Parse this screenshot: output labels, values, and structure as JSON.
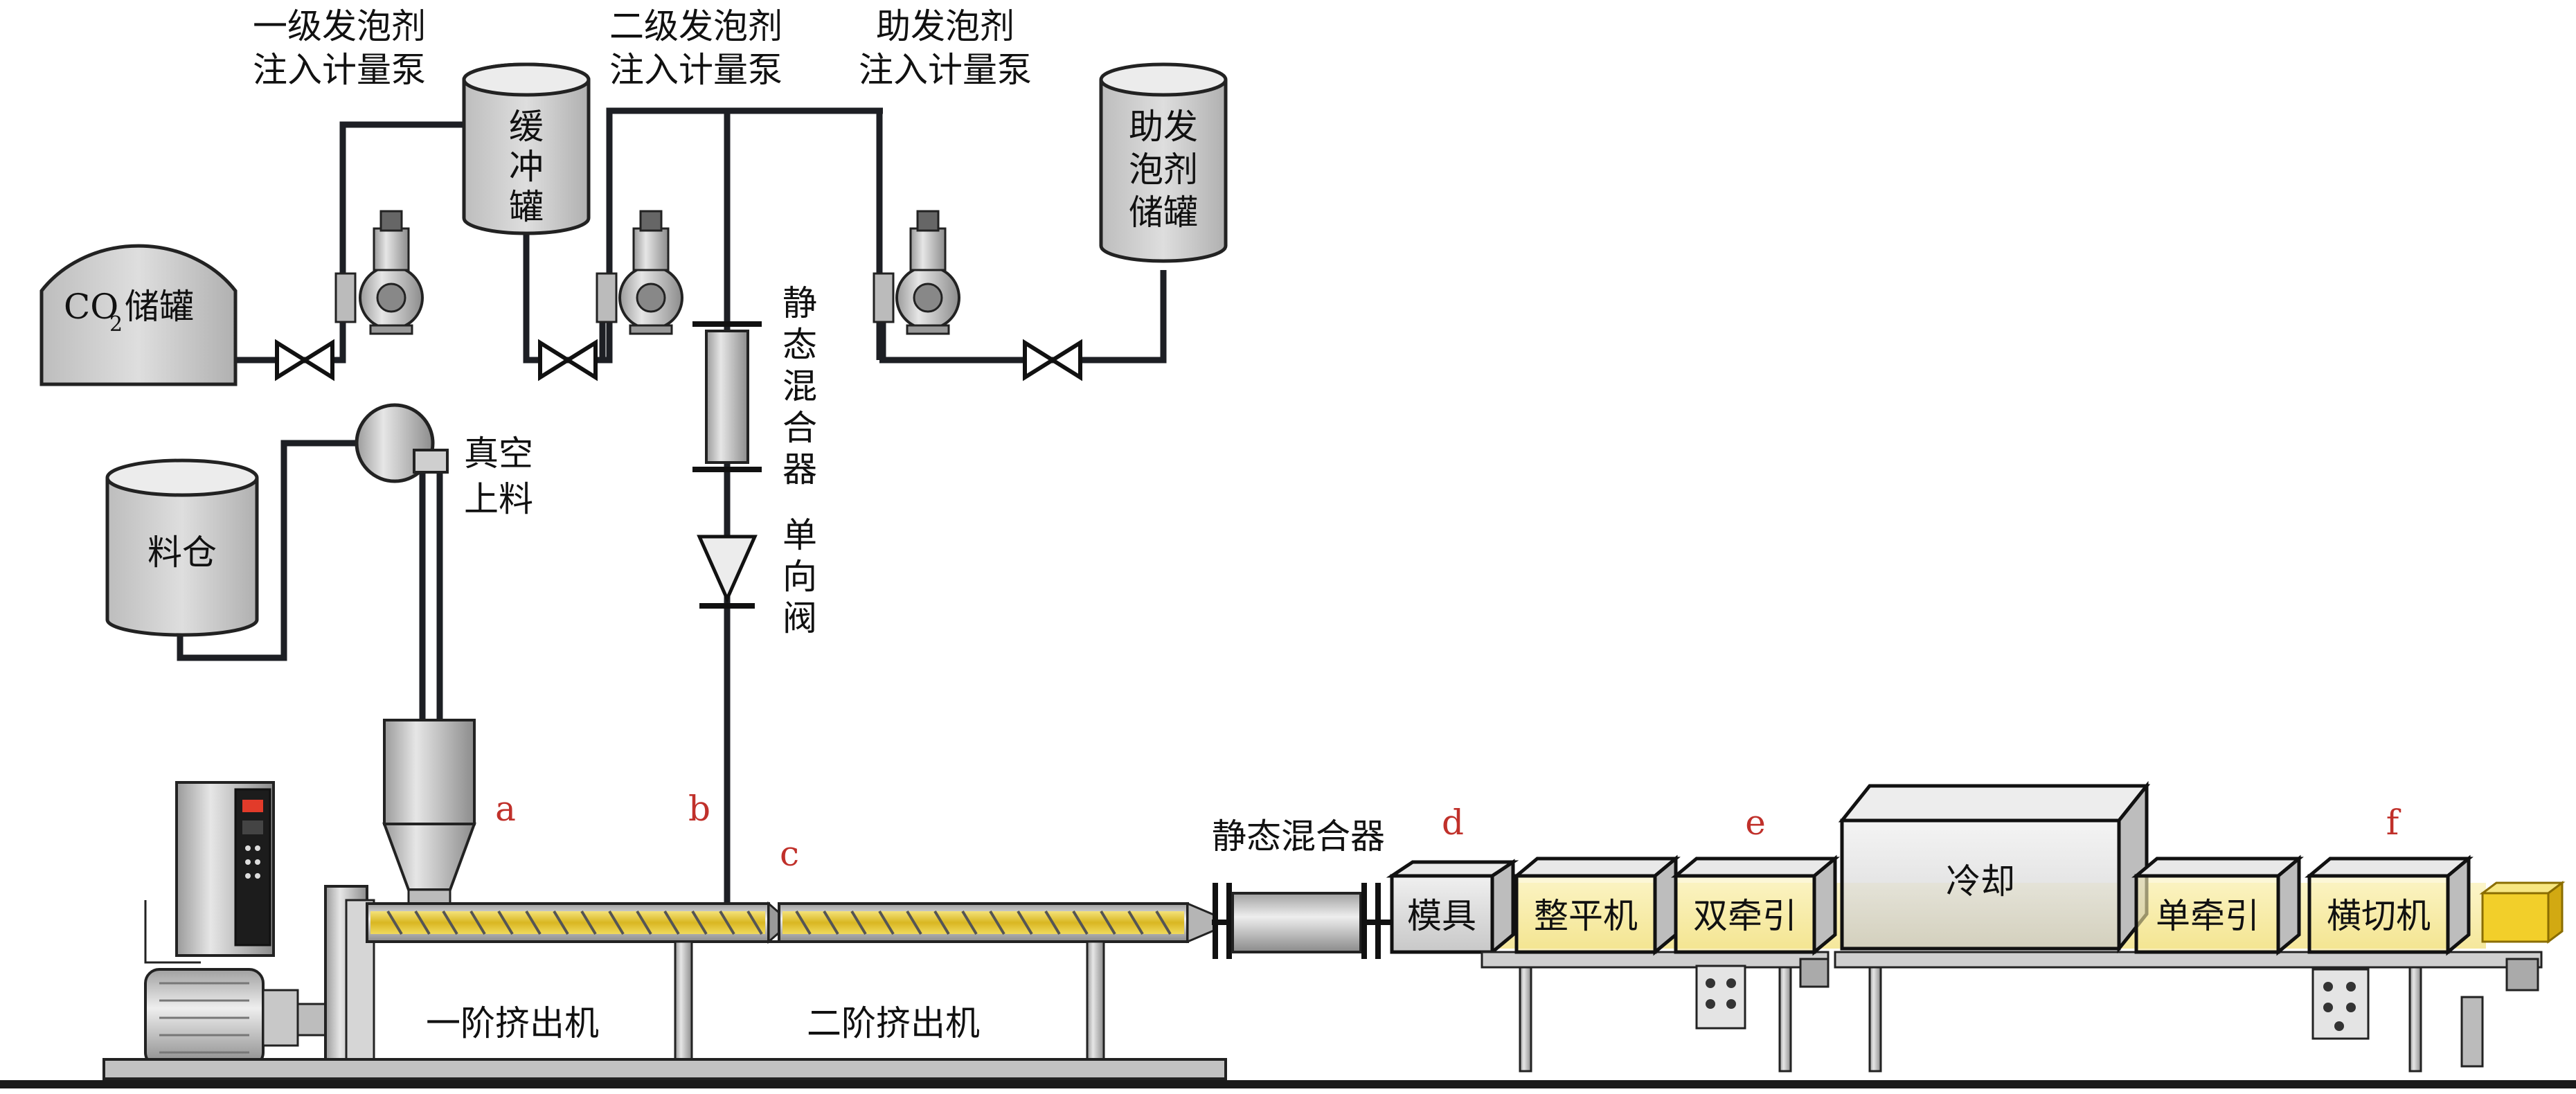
{
  "colors": {
    "pipe": "#1d1f24",
    "tank_fill": "#d4d4d4",
    "screw_yellow": "#e8cc33",
    "label_red": "#c0302a",
    "product_yellow": "#f2cf2a"
  },
  "labels": {
    "pump1": [
      "一级发泡剂",
      "注入计量泵"
    ],
    "pump2": [
      "二级发泡剂",
      "注入计量泵"
    ],
    "pump3": [
      "助发泡剂",
      "注入计量泵"
    ],
    "buffer_tank": [
      "缓",
      "冲",
      "罐"
    ],
    "aux_tank": [
      "助发",
      "泡剂",
      "储罐"
    ],
    "co2_tank_main": "CO",
    "co2_tank_sub": "2",
    "co2_tank_rest": "储罐",
    "vacuum_feed": [
      "真空",
      "上料"
    ],
    "hopper": "料仓",
    "static_mixer_vertical": [
      "静",
      "态",
      "混",
      "合",
      "器"
    ],
    "check_valve": [
      "单",
      "向",
      "阀"
    ],
    "static_mixer_horizontal": "静态混合器",
    "extruder1": "一阶挤出机",
    "extruder2": "二阶挤出机",
    "die": "模具",
    "leveler": "整平机",
    "double_puller": "双牵引",
    "cooling": "冷却",
    "single_puller": "单牵引",
    "cutter": "横切机"
  },
  "points": {
    "a": "a",
    "b": "b",
    "c": "c",
    "d": "d",
    "e": "e",
    "f": "f"
  }
}
